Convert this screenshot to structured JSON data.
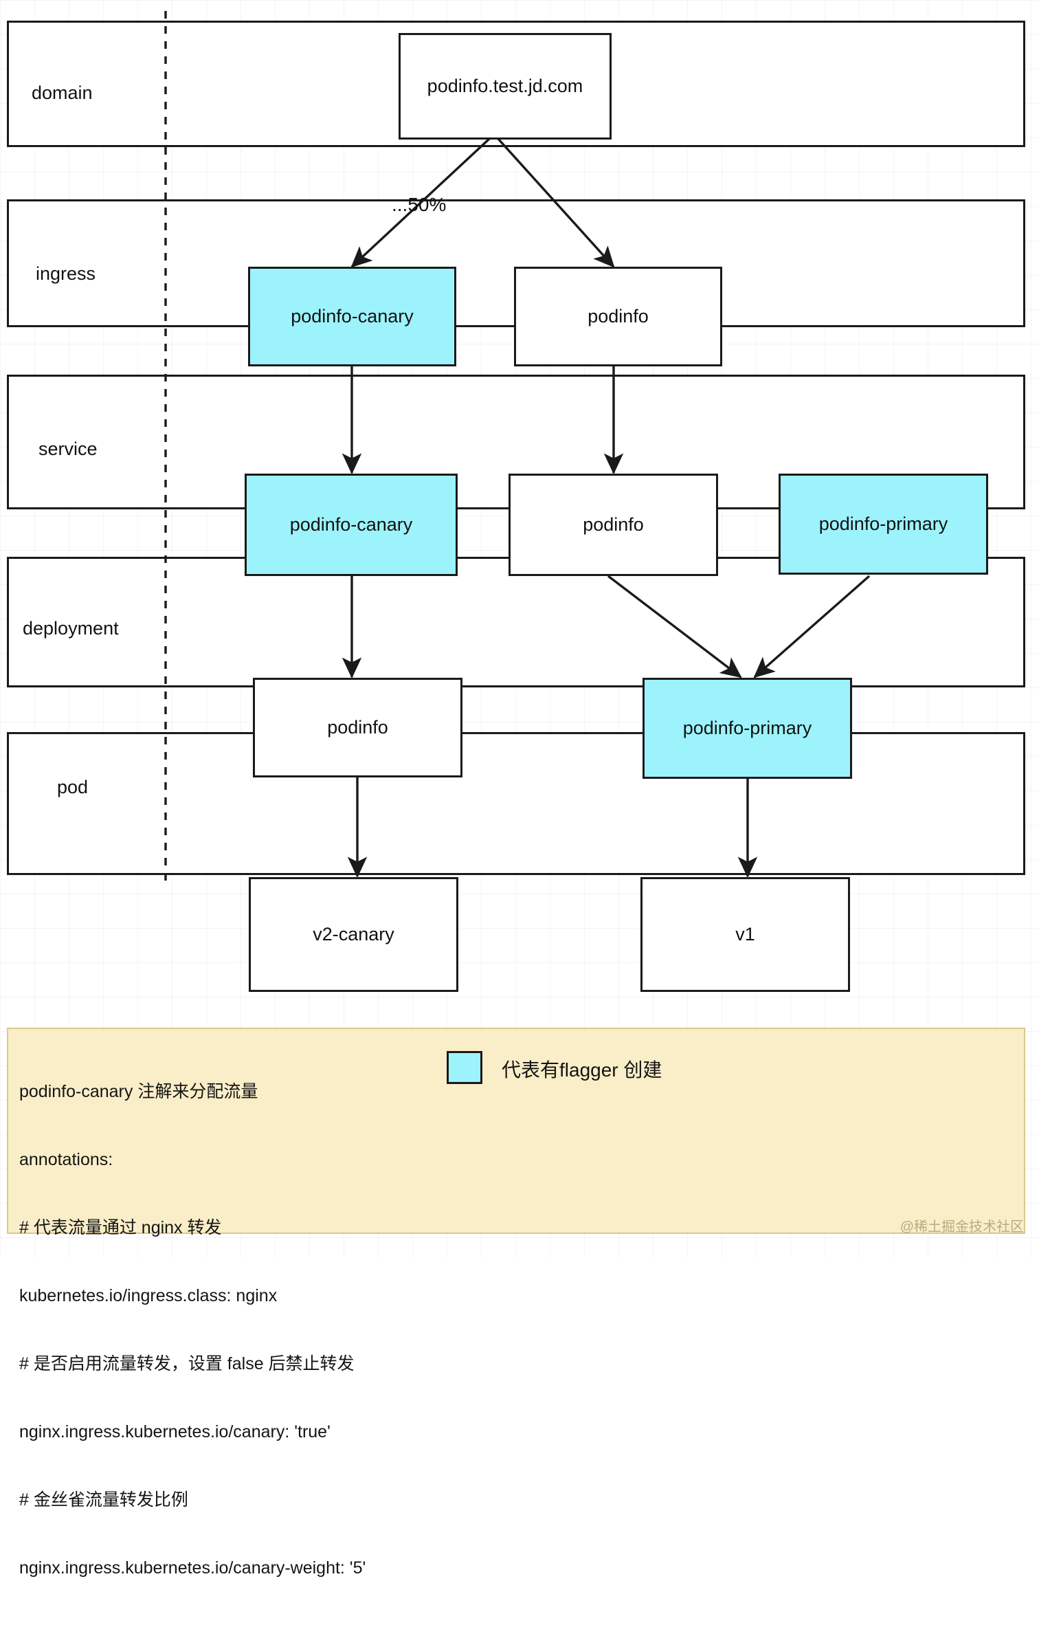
{
  "diagram": {
    "title": "flagger canary ingress traffic diagram",
    "colors": {
      "canary_fill": "#9df3fb",
      "default_fill": "#ffffff",
      "stroke": "#1a1a1a",
      "annotation_bg": "#faeec8"
    },
    "layers": [
      {
        "id": "domain",
        "label": "domain"
      },
      {
        "id": "ingress",
        "label": "ingress"
      },
      {
        "id": "service",
        "label": "service"
      },
      {
        "id": "deployment",
        "label": "deployment"
      },
      {
        "id": "pod",
        "label": "pod"
      }
    ],
    "nodes": {
      "domain_host": "podinfo.test.jd.com",
      "ingress_canary": "podinfo-canary",
      "ingress_podinfo": "podinfo",
      "service_canary": "podinfo-canary",
      "service_podinfo": "podinfo",
      "service_primary": "podinfo-primary",
      "deployment_podinfo": "podinfo",
      "deployment_primary": "podinfo-primary",
      "pod_v2_canary": "v2-canary",
      "pod_v1": "v1"
    },
    "edge_labels": {
      "split": "...50%"
    }
  },
  "legend": {
    "label": "代表有flagger 创建"
  },
  "annotation": {
    "lines": [
      "podinfo-canary 注解来分配流量",
      "annotations:",
      "# 代表流量通过 nginx 转发",
      "kubernetes.io/ingress.class: nginx",
      "# 是否启用流量转发，设置 false 后禁止转发",
      "nginx.ingress.kubernetes.io/canary: 'true'",
      "# 金丝雀流量转发比例",
      "nginx.ingress.kubernetes.io/canary-weight: '5'"
    ]
  },
  "watermark": {
    "text": "@稀土掘金技术社区"
  }
}
